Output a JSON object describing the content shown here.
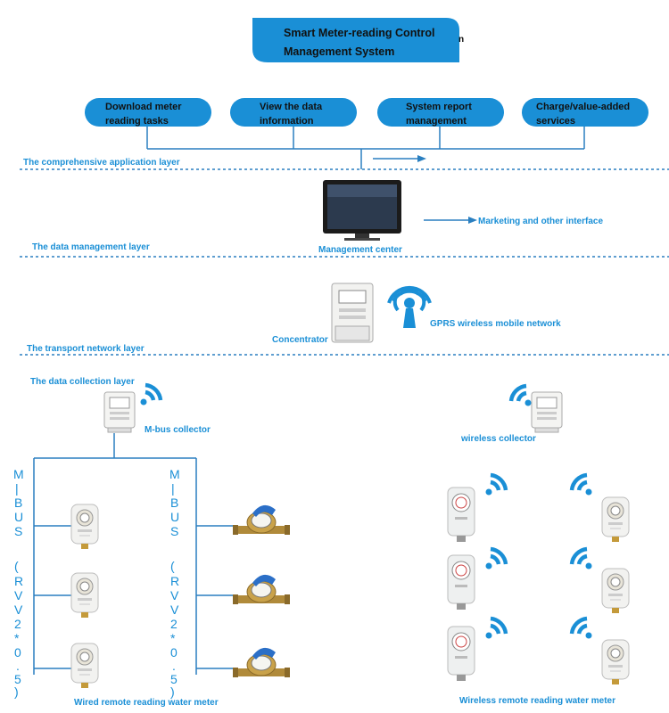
{
  "title": {
    "line1": "Smart Meter-reading Control",
    "line2": "Management System",
    "stray_char": "n"
  },
  "services": [
    {
      "line1": "Download meter",
      "line2": "reading tasks"
    },
    {
      "line1": "View the data",
      "line2": "information"
    },
    {
      "line1": "System report",
      "line2": "management"
    },
    {
      "line1": "Charge/value-added",
      "line2": "services"
    }
  ],
  "layers": {
    "application": "The comprehensive application layer",
    "data_management": "The data management layer",
    "transport": "The transport network layer",
    "collection": "The data collection layer"
  },
  "nodes": {
    "management_center": "Management center",
    "marketing": "Marketing and other interface",
    "concentrator": "Concentrator",
    "gprs": "GPRS wireless mobile network",
    "mbus_collector": "M-bus collector",
    "wireless_collector": "wireless collector"
  },
  "bus_labels": {
    "left": [
      "M",
      "|",
      "B",
      "U",
      "S",
      "(",
      "R",
      "V",
      "V",
      "2",
      "*",
      "0",
      ".",
      "5",
      ")"
    ],
    "right": [
      "M",
      "|",
      "B",
      "U",
      "S",
      "(",
      "R",
      "V",
      "V",
      "2",
      "*",
      "0",
      ".",
      "5",
      ")"
    ]
  },
  "captions": {
    "wired": "Wired remote reading water meter",
    "wireless": "Wireless remote reading water meter"
  },
  "colors": {
    "accent": "#1a8fd6",
    "pill": "#1a8fd6",
    "line": "#2a7fc0"
  },
  "icons": [
    "monitor-icon",
    "antenna-icon",
    "wifi-icon",
    "concentrator-icon",
    "collector-icon",
    "smart-meter-icon",
    "brass-meter-icon",
    "dial-meter-icon"
  ]
}
